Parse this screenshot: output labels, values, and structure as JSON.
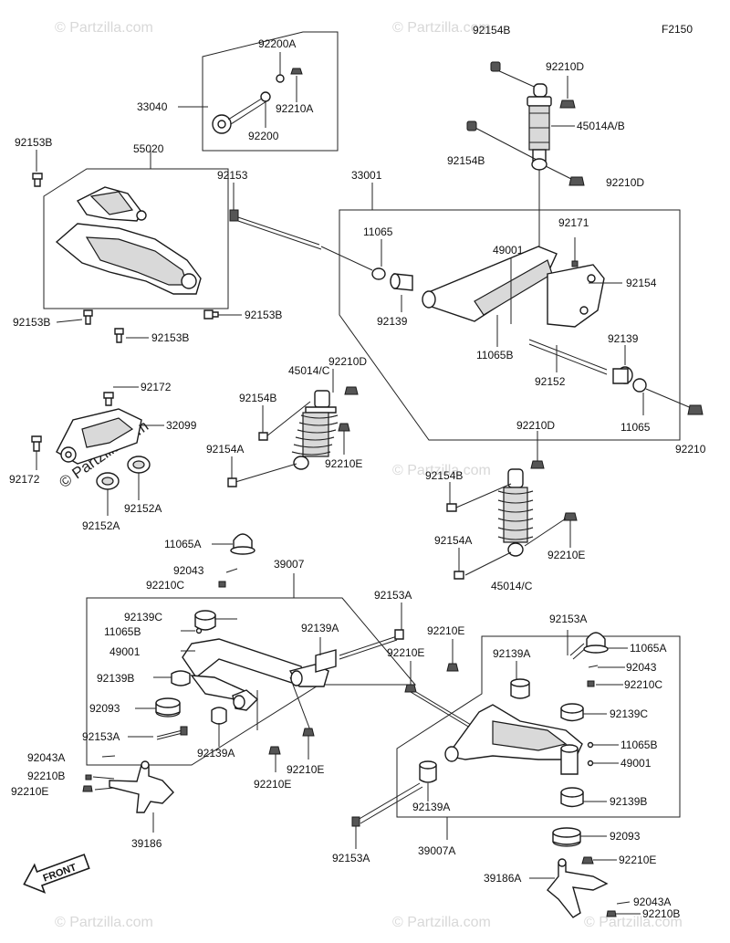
{
  "diagram": {
    "figure_code": "F2150",
    "watermark": "© Partzilla.com",
    "front_label": "FRONT",
    "parts": {
      "p92154B_top": "92154B",
      "p92210D_top": "92210D",
      "p45014AB": "45014A/B",
      "p92154B_mid": "92154B",
      "p92210D_mid": "92210D",
      "p33001": "33001",
      "p92153": "92153",
      "p11065_top": "11065",
      "p92171": "92171",
      "p49001_top": "49001",
      "p92154": "92154",
      "p92139_l": "92139",
      "p11065B_top": "11065B",
      "p92139_r": "92139",
      "p92152": "92152",
      "p11065_r": "11065",
      "p92210": "92210",
      "p33040": "33040",
      "p92200A": "92200A",
      "p92210A": "92210A",
      "p92200": "92200",
      "p92153B_tl": "92153B",
      "p55020": "55020",
      "p92153B_l": "92153B",
      "p92153B_m": "92153B",
      "p92153B_b": "92153B",
      "p92172_top": "92172",
      "p32099": "32099",
      "p92172_bot": "92172",
      "p92152A_r": "92152A",
      "p92152A_l": "92152A",
      "p92210D_shL": "92210D",
      "p45014C_L": "45014/C",
      "p92154B_shL": "92154B",
      "p92154A_shL": "92154A",
      "p92210E_shL": "92210E",
      "p92210D_shR": "92210D",
      "p92154B_shR": "92154B",
      "p92154A_shR": "92154A",
      "p92210E_shR": "92210E",
      "p45014C_R": "45014/C",
      "p11065A_l": "11065A",
      "p92043_l": "92043",
      "p92210C_l": "92210C",
      "p39007": "39007",
      "p92153A_mid": "92153A",
      "p92139C_l": "92139C",
      "p11065B_l": "11065B",
      "p49001_l": "49001",
      "p92139A_l1": "92139A",
      "p92139B_l": "92139B",
      "p92093_l": "92093",
      "p92153A_l": "92153A",
      "p92139A_l2": "92139A",
      "p92210E_l1": "92210E",
      "p92210E_l2": "92210E",
      "p92043A_l": "92043A",
      "p92210B_l": "92210B",
      "p92210E_l3": "92210E",
      "p39186": "39186",
      "p92153A_r": "92153A",
      "p11065A_r": "11065A",
      "p92043_r": "92043",
      "p92210C_r": "92210C",
      "p92210E_r1": "92210E",
      "p92210E_r2": "92210E",
      "p92139A_r1": "92139A",
      "p92139C_r": "92139C",
      "p11065B_r": "11065B",
      "p49001_r": "49001",
      "p92139B_r": "92139B",
      "p92139A_r2": "92139A",
      "p92153A_rb": "92153A",
      "p39007A": "39007A",
      "p92093_r": "92093",
      "p92210E_r3": "92210E",
      "p39186A": "39186A",
      "p92043A_r": "92043A",
      "p92210B_r": "92210B"
    }
  }
}
